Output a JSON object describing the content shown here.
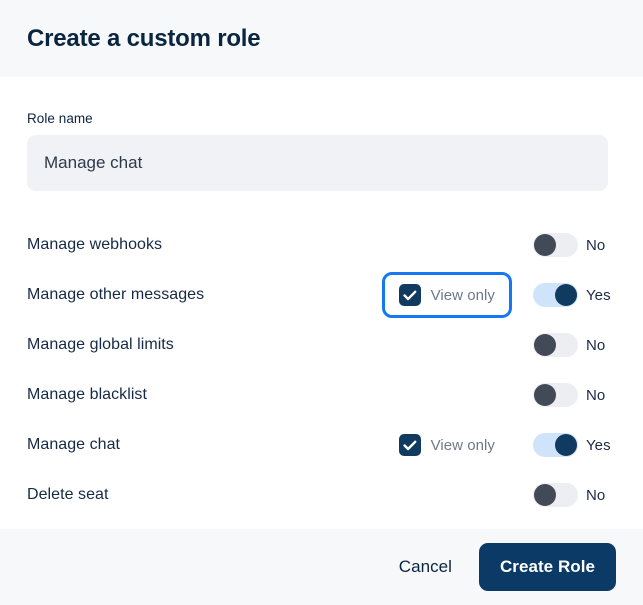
{
  "header": {
    "title": "Create a custom role"
  },
  "form": {
    "role_name_label": "Role name",
    "role_name_value": "Manage chat",
    "role_name_placeholder": "Role name"
  },
  "permissions": [
    {
      "label": "Manage webhooks",
      "has_view_only": false,
      "view_only_label": "View only",
      "view_only_checked": false,
      "view_only_focused": false,
      "toggle_state": "off",
      "toggle_text": "No"
    },
    {
      "label": "Manage other messages",
      "has_view_only": true,
      "view_only_label": "View only",
      "view_only_checked": true,
      "view_only_focused": true,
      "toggle_state": "on",
      "toggle_text": "Yes"
    },
    {
      "label": "Manage global limits",
      "has_view_only": false,
      "view_only_label": "View only",
      "view_only_checked": false,
      "view_only_focused": false,
      "toggle_state": "off",
      "toggle_text": "No"
    },
    {
      "label": "Manage blacklist",
      "has_view_only": false,
      "view_only_label": "View only",
      "view_only_checked": false,
      "view_only_focused": false,
      "toggle_state": "off",
      "toggle_text": "No"
    },
    {
      "label": "Manage chat",
      "has_view_only": true,
      "view_only_label": "View only",
      "view_only_checked": true,
      "view_only_focused": false,
      "toggle_state": "on",
      "toggle_text": "Yes"
    },
    {
      "label": "Delete seat",
      "has_view_only": false,
      "view_only_label": "View only",
      "view_only_checked": false,
      "view_only_focused": false,
      "toggle_state": "off",
      "toggle_text": "No"
    }
  ],
  "footer": {
    "cancel_label": "Cancel",
    "submit_label": "Create Role"
  },
  "colors": {
    "header_bg": "#f7f8fa",
    "text_primary": "#0a2540",
    "input_bg": "#f1f2f5",
    "toggle_off_knob": "#434a57",
    "toggle_off_track": "#eceef1",
    "toggle_on_knob": "#103a5f",
    "toggle_on_track": "#cfe4fb",
    "focus_ring": "#1677f2",
    "checkbox_fill": "#103a5f",
    "muted_text": "#6e7a8a",
    "primary_button_bg": "#0b3a66"
  },
  "icons": {
    "check": "check-icon"
  }
}
